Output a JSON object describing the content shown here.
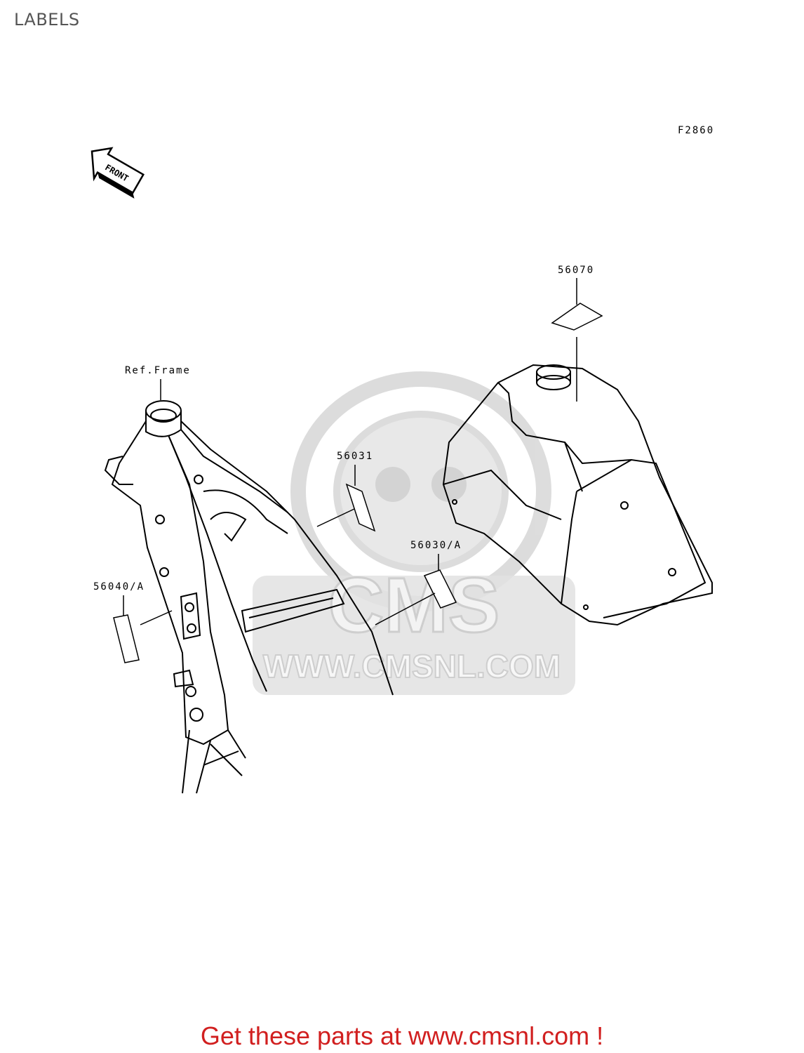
{
  "page": {
    "title": "LABELS"
  },
  "figure": {
    "code": "F2860",
    "front_marker": "FRONT",
    "labels": {
      "ref_frame": "Ref.Frame",
      "p56070": "56070",
      "p56031": "56031",
      "p56030": "56030/A",
      "p56040": "56040/A"
    }
  },
  "watermark": {
    "text": "WWW.CMSNL.COM",
    "logo": "CMS"
  },
  "footer": {
    "link_text": "Get these parts at www.cmsnl.com !"
  },
  "colors": {
    "footer_link": "#d11f1f",
    "watermark": "#d9d9d9"
  }
}
